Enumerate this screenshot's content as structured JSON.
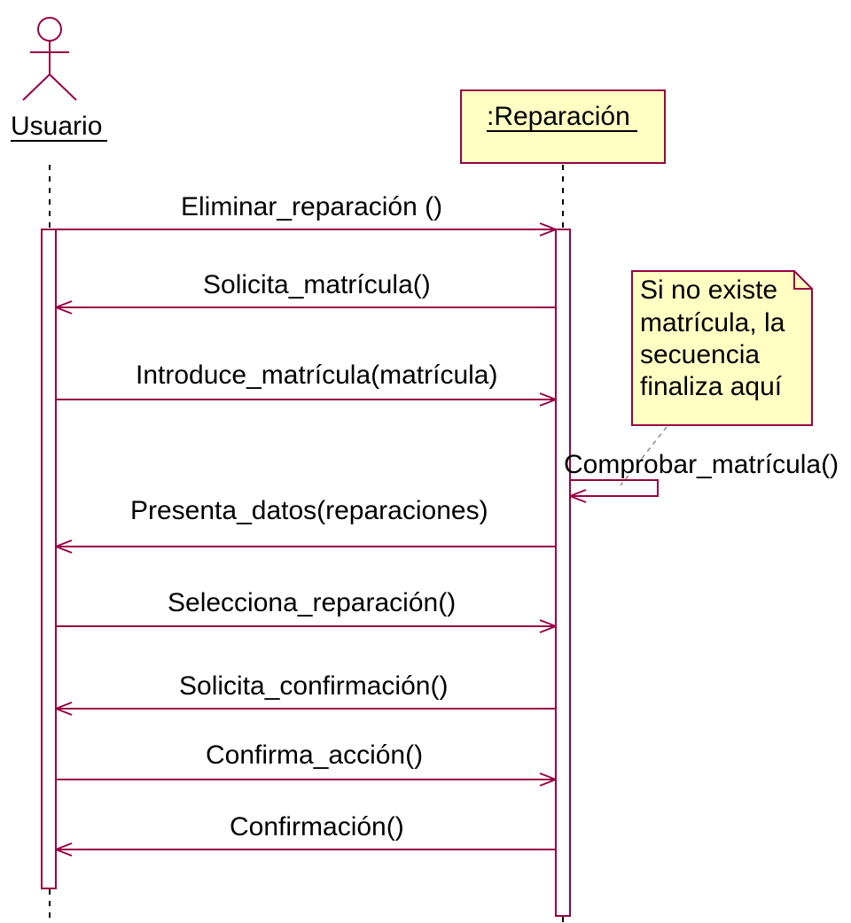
{
  "colors": {
    "line": "#990044",
    "object_fill": "#ffffc4",
    "note_fill": "#ffffc4",
    "activation_fill": "#ffffff",
    "background": "#ffffff"
  },
  "actor": {
    "name": "Usuario",
    "icon": "stick-figure-actor-icon"
  },
  "object": {
    "name": ":Reparación"
  },
  "note": {
    "lines": [
      "Si no existe",
      "matrícula, la",
      "secuencia",
      "finaliza aquí"
    ]
  },
  "messages": [
    {
      "label": "Eliminar_reparación ()",
      "from": "Usuario",
      "to": ":Reparación",
      "order": 1
    },
    {
      "label": "Solicita_matrícula()",
      "from": ":Reparación",
      "to": "Usuario",
      "order": 2
    },
    {
      "label": "Introduce_matrícula(matrícula)",
      "from": "Usuario",
      "to": ":Reparación",
      "order": 3
    },
    {
      "label": "Comprobar_matrícula()",
      "from": ":Reparación",
      "to": ":Reparación",
      "order": 4,
      "self": true
    },
    {
      "label": "Presenta_datos(reparaciones)",
      "from": ":Reparación",
      "to": "Usuario",
      "order": 5
    },
    {
      "label": "Selecciona_reparación()",
      "from": "Usuario",
      "to": ":Reparación",
      "order": 6
    },
    {
      "label": "Solicita_confirmación()",
      "from": ":Reparación",
      "to": "Usuario",
      "order": 7
    },
    {
      "label": "Confirma_acción()",
      "from": "Usuario",
      "to": ":Reparación",
      "order": 8
    },
    {
      "label": "Confirmación()",
      "from": ":Reparación",
      "to": "Usuario",
      "order": 9
    }
  ]
}
